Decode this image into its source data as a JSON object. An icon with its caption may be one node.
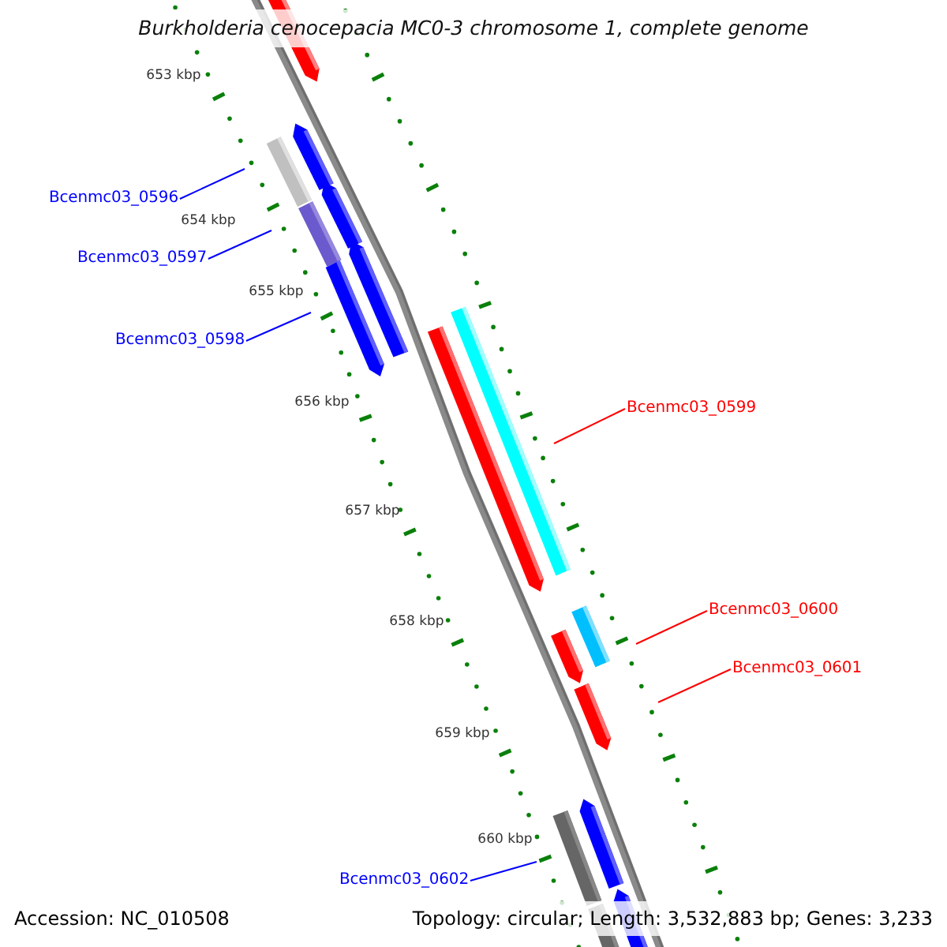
{
  "diagram": {
    "title": "Burkholderia cenocepacia MC0-3 chromosome 1, complete genome",
    "nodes": [
      {
        "text": [
          "Bcenmc03_0596"
        ]
      },
      {
        "text": [
          "Bcenmc03_0597"
        ]
      },
      {
        "text": [
          "Bcenmc03_0598"
        ]
      },
      {
        "text": [
          "Bcenmc03_0599"
        ]
      },
      {
        "text": [
          "Bcenmc03_0600"
        ]
      },
      {
        "text": [
          "Bcenmc03_0601"
        ]
      },
      {
        "text": [
          "Bcenmc03_0602"
        ]
      }
    ],
    "edges": [
      {
        "from": 0,
        "to": null,
        "arrow": "none"
      },
      {
        "from": 1,
        "to": null,
        "arrow": "none"
      },
      {
        "from": 2,
        "to": null,
        "arrow": "none"
      },
      {
        "from": 3,
        "to": null,
        "arrow": "none",
        "color": "#ff0000"
      },
      {
        "from": 4,
        "to": null,
        "arrow": "none",
        "color": "#ff0000"
      },
      {
        "from": 5,
        "to": null,
        "arrow": "none",
        "color": "#ff0000"
      },
      {
        "from": 6,
        "to": null,
        "arrow": "none"
      }
    ],
    "labels": [
      "653 kbp",
      "654 kbp",
      "655 kbp",
      "656 kbp",
      "657 kbp",
      "658 kbp",
      "659 kbp",
      "660 kbp",
      "Accession: NC_010508",
      "Topology: circular; Length: 3,532,883 bp; Genes: 3,233"
    ]
  }
}
